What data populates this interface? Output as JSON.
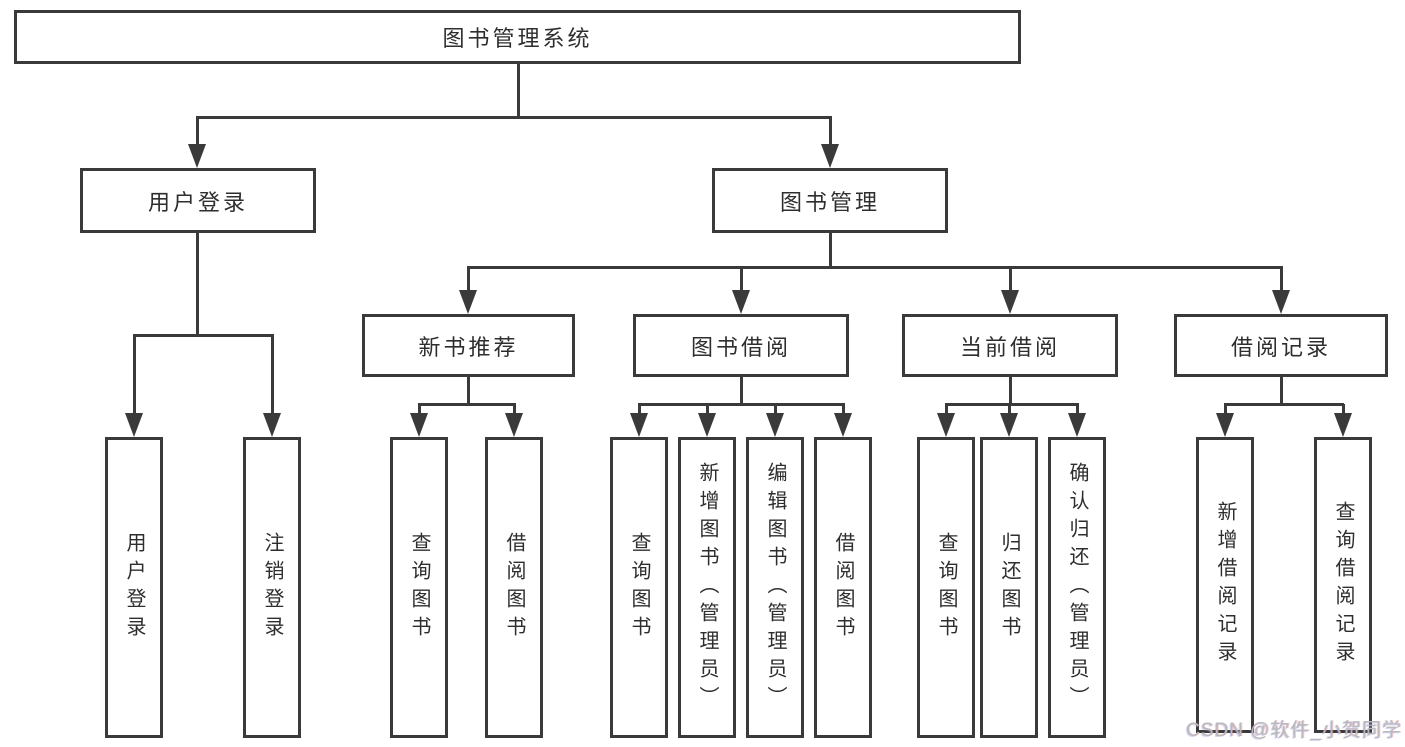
{
  "diagram": {
    "type": "feature-tree",
    "root": {
      "label": "图书管理系统",
      "children": [
        {
          "label": "用户登录",
          "children": [
            {
              "label": "用户登录"
            },
            {
              "label": "注销登录"
            }
          ]
        },
        {
          "label": "图书管理",
          "children": [
            {
              "label": "新书推荐",
              "children": [
                {
                  "label": "查询图书"
                },
                {
                  "label": "借阅图书"
                }
              ]
            },
            {
              "label": "图书借阅",
              "children": [
                {
                  "label": "查询图书"
                },
                {
                  "label": "新增图书（管理员）"
                },
                {
                  "label": "编辑图书（管理员）"
                },
                {
                  "label": "借阅图书"
                }
              ]
            },
            {
              "label": "当前借阅",
              "children": [
                {
                  "label": "查询图书"
                },
                {
                  "label": "归还图书"
                },
                {
                  "label": "确认归还（管理员）"
                }
              ]
            },
            {
              "label": "借阅记录",
              "children": [
                {
                  "label": "新增借阅记录"
                },
                {
                  "label": "查询借阅记录"
                }
              ]
            }
          ]
        }
      ]
    },
    "colors": {
      "line": "#3a3a3a",
      "box_border": "#3a3a3a",
      "box_background": "#ffffff",
      "text": "#2e2e2e",
      "watermark": "#b9b9be"
    }
  },
  "watermark": {
    "text": "CSDN @软件_小贺同学"
  }
}
